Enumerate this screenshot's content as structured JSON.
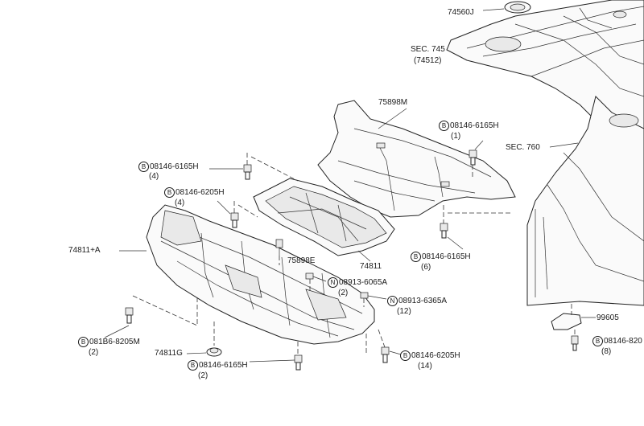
{
  "labels": {
    "p74560J": "74560J",
    "sec745": "SEC. 745",
    "sec745_sub": "(74512)",
    "sec760": "SEC. 760",
    "p75898M": "75898M",
    "b1_code": "08146-6165H",
    "b1_qty": "(1)",
    "b2_code": "08146-6165H",
    "b2_qty": "(4)",
    "b3_code": "08146-6205H",
    "b3_qty": "(4)",
    "p74811A": "74811+A",
    "p75898E": "75898E",
    "p74811": "74811",
    "b4_code": "08146-6165H",
    "b4_qty": "(6)",
    "n1_code": "08913-6065A",
    "n1_qty": "(2)",
    "n2_code": "08913-6365A",
    "n2_qty": "(12)",
    "p99605": "99605",
    "b5_code": "08146-820",
    "b5_qty": "(8)",
    "b6_code": "081B6-8205M",
    "b6_qty": "(2)",
    "p74811G": "74811G",
    "b7_code": "08146-6165H",
    "b7_qty": "(2)",
    "b8_code": "08146-6205H",
    "b8_qty": "(14)"
  },
  "markers": {
    "bolt": "B",
    "nut": "N"
  }
}
